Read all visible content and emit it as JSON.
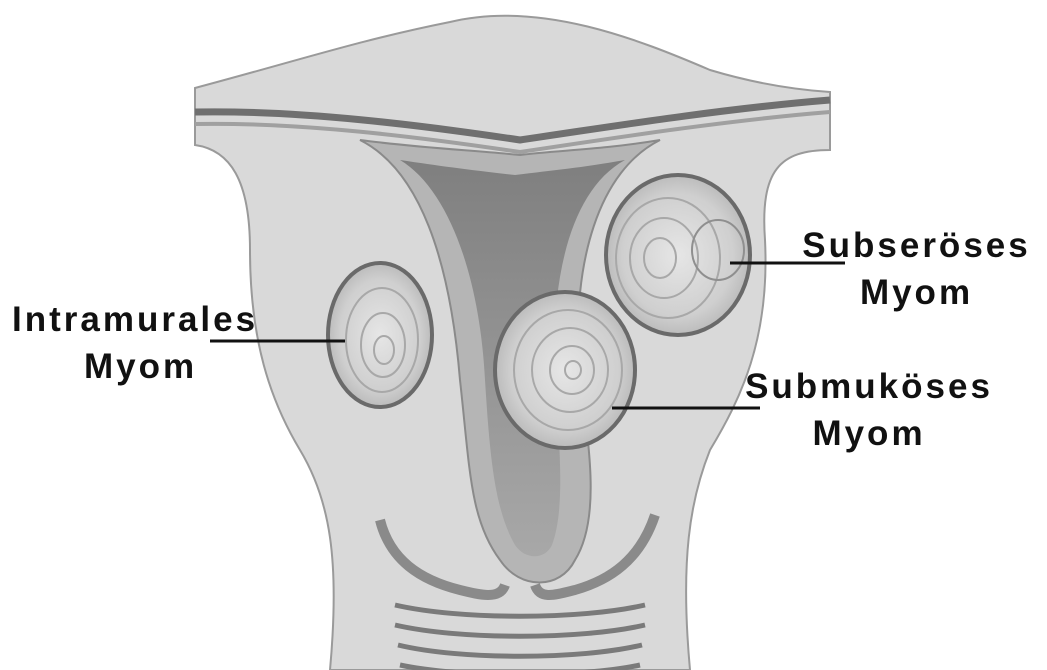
{
  "labels": {
    "intramural": {
      "line1": "Intramurales",
      "line2": "Myom"
    },
    "subserous": {
      "line1": "Subseröses",
      "line2": "Myom"
    },
    "submucous": {
      "line1": "Submuköses",
      "line2": "Myom"
    }
  },
  "colors": {
    "tissue": "#d9d9d9",
    "cavity": "#8f8f8f",
    "lining": "#b5b5b5",
    "fibroid": "#c9c9c9",
    "text": "#111111"
  }
}
